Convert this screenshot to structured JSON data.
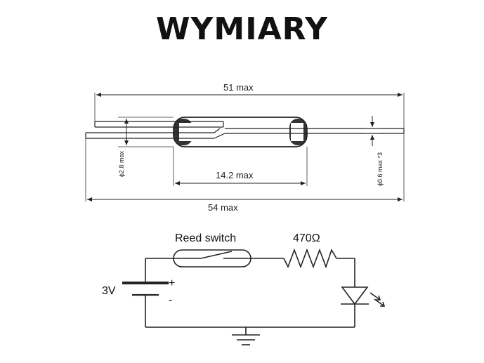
{
  "title": "WYMIARY",
  "dimensions": {
    "total_length_top": "51 max",
    "total_length_bottom": "54 max",
    "glass_length": "14.2 max",
    "glass_diameter": "ϕ2.8 max",
    "lead_diameter": "ϕ0.6 max *3"
  },
  "circuit": {
    "reed_label": "Reed switch",
    "resistor_label": "470Ω",
    "battery_label": "3V",
    "plus_sign": "+",
    "minus_sign": "-"
  }
}
